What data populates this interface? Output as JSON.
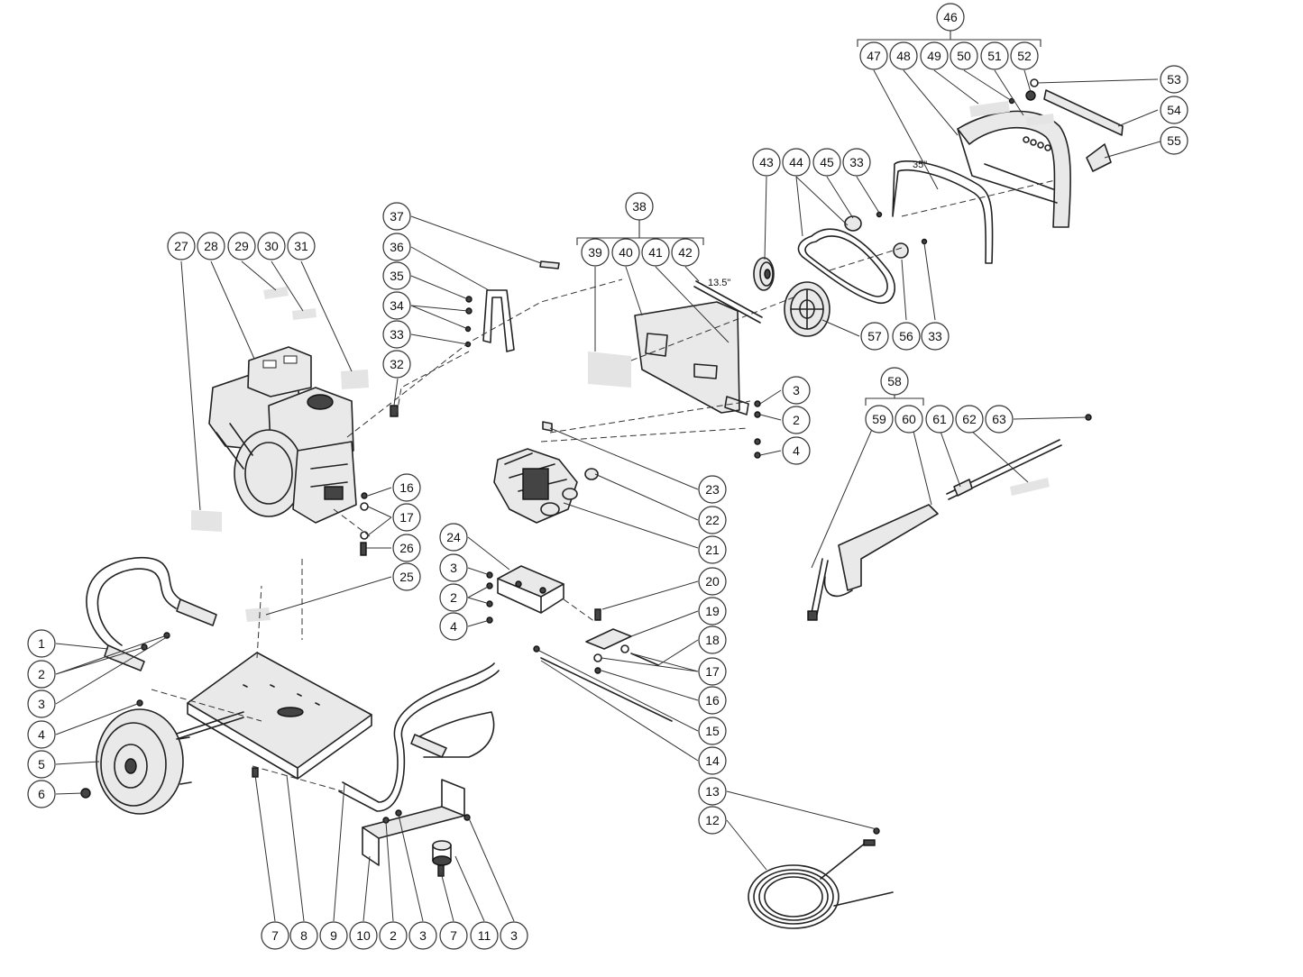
{
  "callouts": [
    {
      "id": "c46",
      "label": "46"
    },
    {
      "id": "c47",
      "label": "47"
    },
    {
      "id": "c48",
      "label": "48"
    },
    {
      "id": "c49",
      "label": "49"
    },
    {
      "id": "c50",
      "label": "50"
    },
    {
      "id": "c51",
      "label": "51"
    },
    {
      "id": "c52",
      "label": "52"
    },
    {
      "id": "c53",
      "label": "53"
    },
    {
      "id": "c54",
      "label": "54"
    },
    {
      "id": "c55",
      "label": "55"
    },
    {
      "id": "c43",
      "label": "43"
    },
    {
      "id": "c44",
      "label": "44"
    },
    {
      "id": "c45",
      "label": "45"
    },
    {
      "id": "c33a",
      "label": "33"
    },
    {
      "id": "c38",
      "label": "38"
    },
    {
      "id": "c39",
      "label": "39"
    },
    {
      "id": "c40",
      "label": "40"
    },
    {
      "id": "c41",
      "label": "41"
    },
    {
      "id": "c42",
      "label": "42"
    },
    {
      "id": "c57",
      "label": "57"
    },
    {
      "id": "c56",
      "label": "56"
    },
    {
      "id": "c33b",
      "label": "33"
    },
    {
      "id": "c37",
      "label": "37"
    },
    {
      "id": "c36",
      "label": "36"
    },
    {
      "id": "c35",
      "label": "35"
    },
    {
      "id": "c34",
      "label": "34"
    },
    {
      "id": "c33c",
      "label": "33"
    },
    {
      "id": "c32",
      "label": "32"
    },
    {
      "id": "c27",
      "label": "27"
    },
    {
      "id": "c28",
      "label": "28"
    },
    {
      "id": "c29",
      "label": "29"
    },
    {
      "id": "c30",
      "label": "30"
    },
    {
      "id": "c31",
      "label": "31"
    },
    {
      "id": "c3a",
      "label": "3"
    },
    {
      "id": "c2a",
      "label": "2"
    },
    {
      "id": "c4a",
      "label": "4"
    },
    {
      "id": "c58",
      "label": "58"
    },
    {
      "id": "c59",
      "label": "59"
    },
    {
      "id": "c60",
      "label": "60"
    },
    {
      "id": "c61",
      "label": "61"
    },
    {
      "id": "c62",
      "label": "62"
    },
    {
      "id": "c63",
      "label": "63"
    },
    {
      "id": "c23",
      "label": "23"
    },
    {
      "id": "c22",
      "label": "22"
    },
    {
      "id": "c21",
      "label": "21"
    },
    {
      "id": "c16a",
      "label": "16"
    },
    {
      "id": "c17a",
      "label": "17"
    },
    {
      "id": "c26",
      "label": "26"
    },
    {
      "id": "c25",
      "label": "25"
    },
    {
      "id": "c24",
      "label": "24"
    },
    {
      "id": "c3b",
      "label": "3"
    },
    {
      "id": "c2b",
      "label": "2"
    },
    {
      "id": "c4b",
      "label": "4"
    },
    {
      "id": "c20",
      "label": "20"
    },
    {
      "id": "c19",
      "label": "19"
    },
    {
      "id": "c18",
      "label": "18"
    },
    {
      "id": "c17b",
      "label": "17"
    },
    {
      "id": "c16b",
      "label": "16"
    },
    {
      "id": "c15",
      "label": "15"
    },
    {
      "id": "c14",
      "label": "14"
    },
    {
      "id": "c13",
      "label": "13"
    },
    {
      "id": "c12",
      "label": "12"
    },
    {
      "id": "c1",
      "label": "1"
    },
    {
      "id": "c2c",
      "label": "2"
    },
    {
      "id": "c3c",
      "label": "3"
    },
    {
      "id": "c4c",
      "label": "4"
    },
    {
      "id": "c5",
      "label": "5"
    },
    {
      "id": "c6",
      "label": "6"
    },
    {
      "id": "c7a",
      "label": "7"
    },
    {
      "id": "c8",
      "label": "8"
    },
    {
      "id": "c9",
      "label": "9"
    },
    {
      "id": "c10",
      "label": "10"
    },
    {
      "id": "c2d",
      "label": "2"
    },
    {
      "id": "c3d",
      "label": "3"
    },
    {
      "id": "c7b",
      "label": "7"
    },
    {
      "id": "c11",
      "label": "11"
    },
    {
      "id": "c3e",
      "label": "3"
    }
  ],
  "dimensions": {
    "belt_length": "35\"",
    "shaft_length": "13.5\""
  }
}
